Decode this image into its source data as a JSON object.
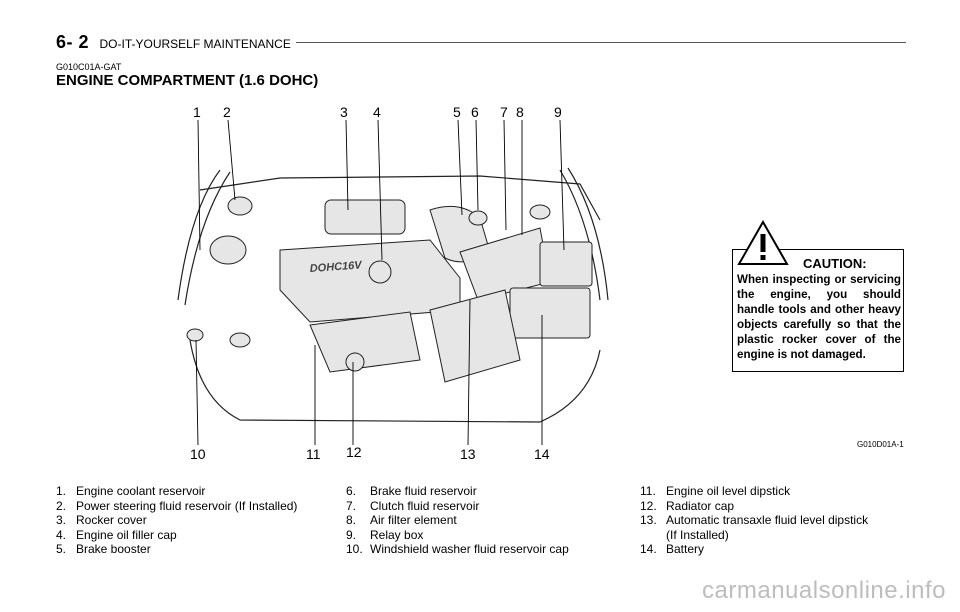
{
  "header": {
    "page_number": "6- 2",
    "section": "DO-IT-YOURSELF MAINTENANCE"
  },
  "doc_code": "G010C01A-GAT",
  "title": "ENGINE COMPARTMENT (1.6 DOHC)",
  "callouts_top": [
    "1",
    "2",
    "3",
    "4",
    "5",
    "6",
    "7",
    "8",
    "9"
  ],
  "callouts_bottom": [
    "10",
    "11",
    "12",
    "13",
    "14"
  ],
  "engine_badge": "DOHC16V",
  "caution": {
    "title": "CAUTION:",
    "body": "When inspecting or servicing the engine, you should handle tools and other heavy objects carefully so that the plastic rocker cover of the engine is not damaged."
  },
  "figure_code": "G010D01A-1",
  "legend": {
    "col1": [
      {
        "num": "1.",
        "text": "Engine coolant reservoir"
      },
      {
        "num": "2.",
        "text": "Power steering fluid reservoir (If Installed)"
      },
      {
        "num": "3.",
        "text": "Rocker cover"
      },
      {
        "num": "4.",
        "text": "Engine oil filler cap"
      },
      {
        "num": "5.",
        "text": "Brake booster"
      }
    ],
    "col2": [
      {
        "num": "6.",
        "text": "Brake fluid reservoir"
      },
      {
        "num": "7.",
        "text": "Clutch fluid reservoir"
      },
      {
        "num": "8.",
        "text": "Air filter element"
      },
      {
        "num": "9.",
        "text": "Relay box"
      },
      {
        "num": "10.",
        "text": "Windshield washer fluid reservoir cap"
      }
    ],
    "col3": [
      {
        "num": "11.",
        "text": "Engine oil level dipstick"
      },
      {
        "num": "12.",
        "text": "Radiator cap"
      },
      {
        "num": "13.",
        "text": "Automatic transaxle fluid level dipstick"
      },
      {
        "num": "",
        "text": "(If Installed)"
      },
      {
        "num": "14.",
        "text": "Battery"
      }
    ]
  },
  "watermark": "carmanualsonline.info",
  "colors": {
    "rule": "#555555",
    "watermark": "#bdbdbd",
    "diagram_line": "#222222",
    "diagram_fill": "#e6e6e6"
  }
}
